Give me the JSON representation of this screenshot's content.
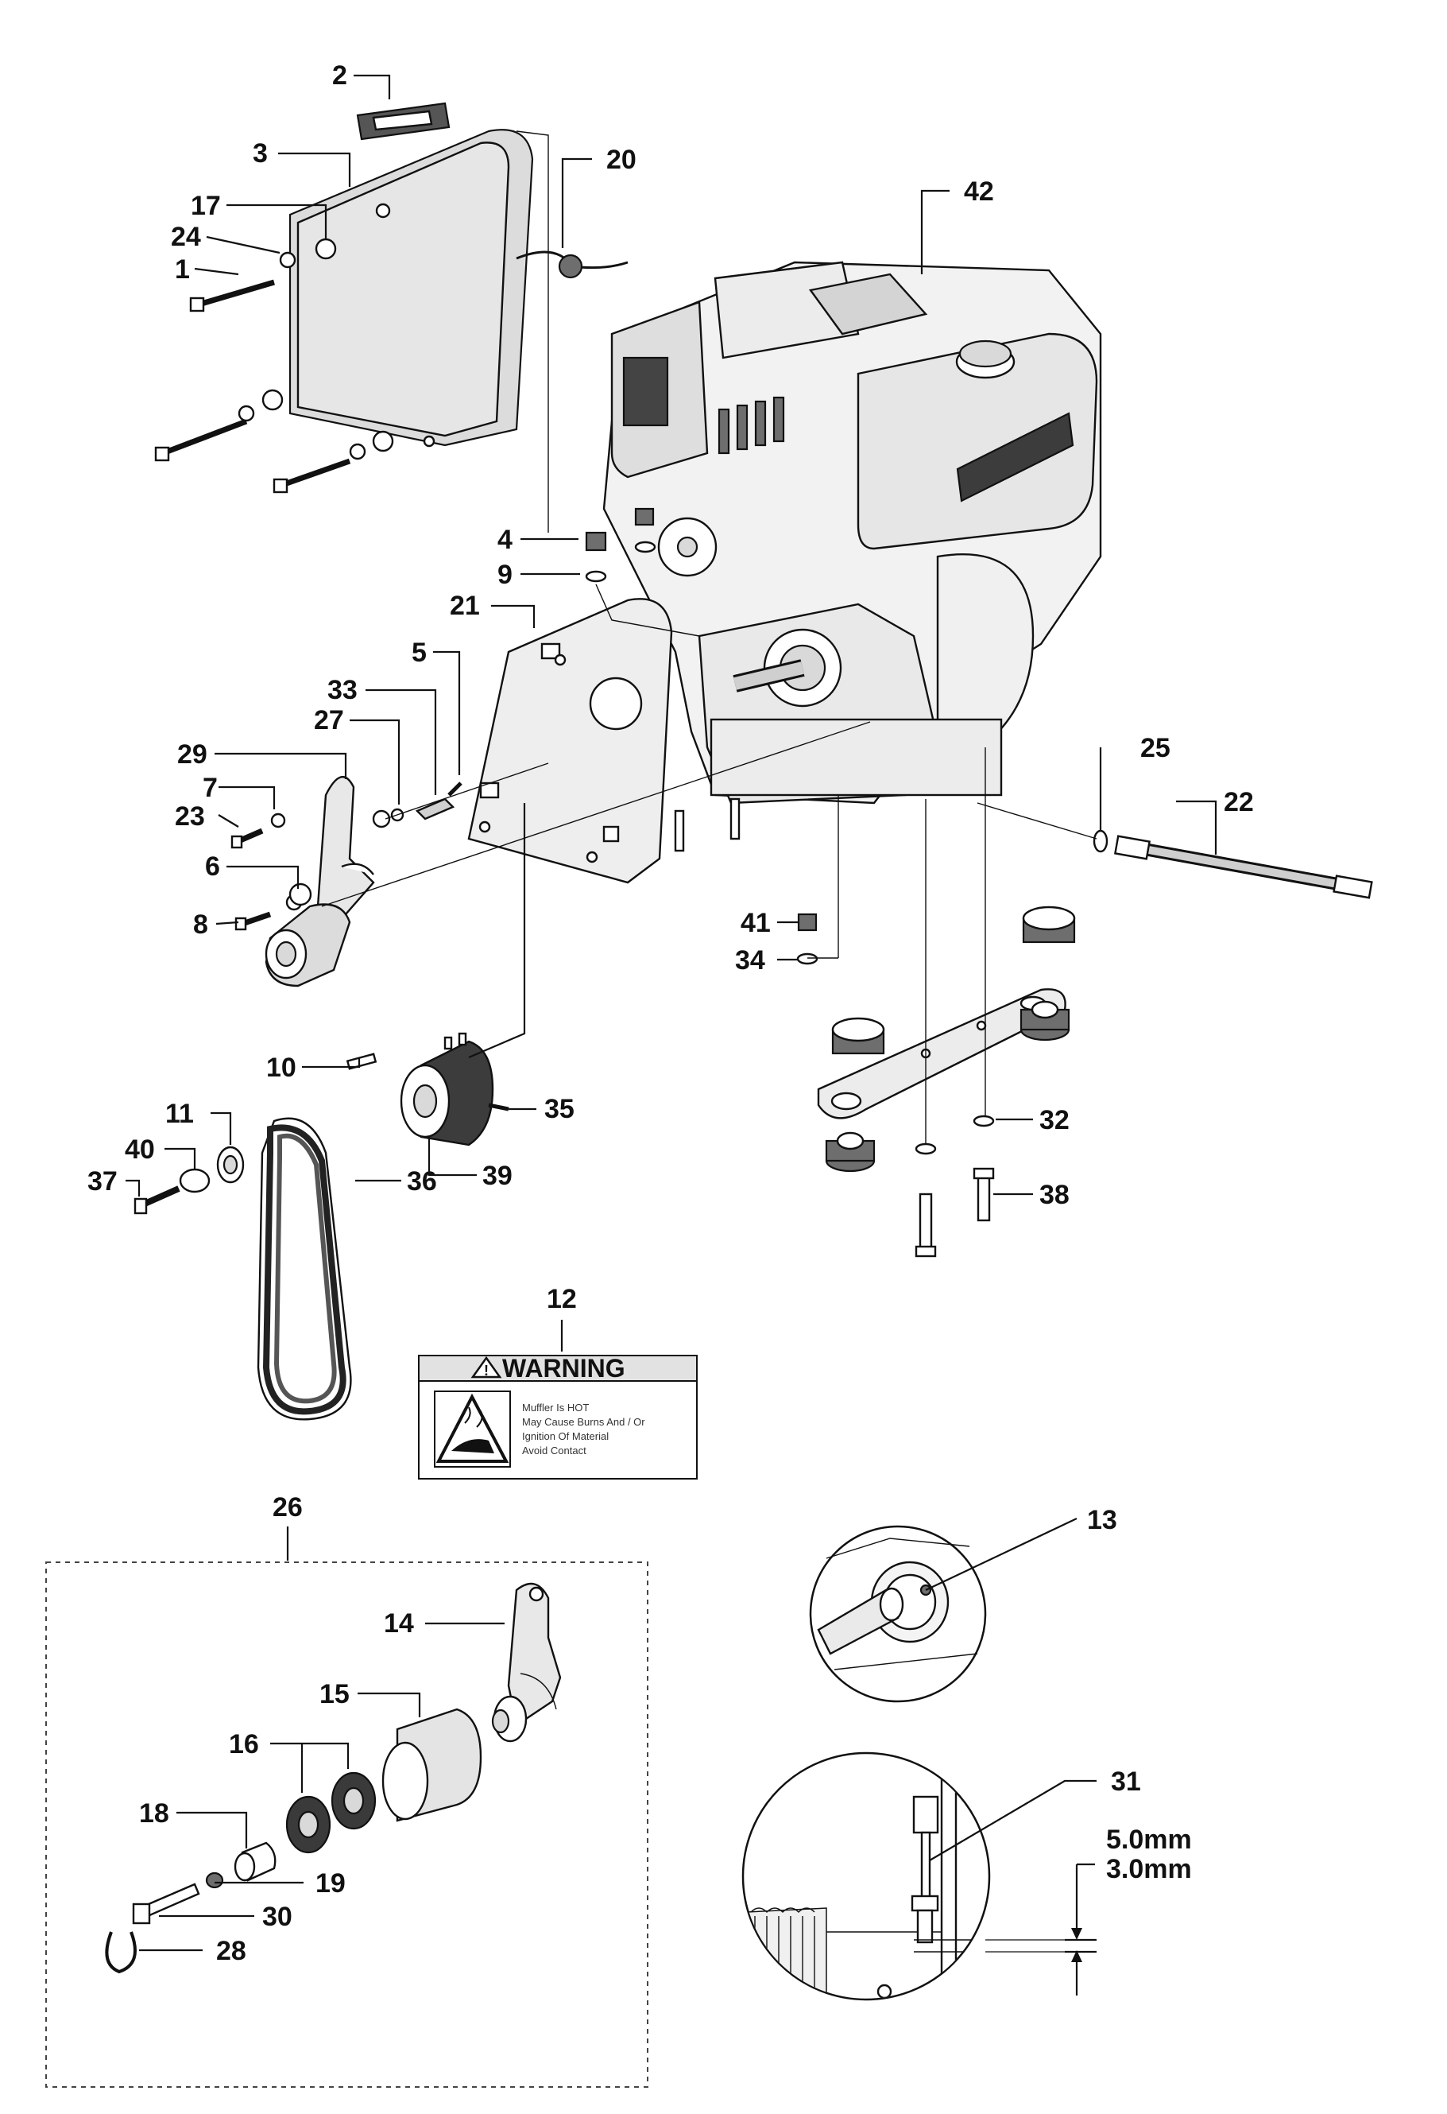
{
  "diagram": {
    "callouts": [
      "1",
      "2",
      "3",
      "4",
      "5",
      "6",
      "7",
      "8",
      "9",
      "10",
      "11",
      "12",
      "13",
      "14",
      "15",
      "16",
      "17",
      "18",
      "19",
      "20",
      "21",
      "22",
      "23",
      "24",
      "25",
      "26",
      "27",
      "28",
      "29",
      "30",
      "31",
      "32",
      "33",
      "34",
      "35",
      "36",
      "37",
      "38",
      "39",
      "40",
      "41",
      "42"
    ],
    "warning_label": {
      "heading": "WARNING",
      "lines": [
        "Muffler Is HOT",
        "May Cause Burns And / Or",
        "Ignition Of Material",
        "Avoid Contact"
      ]
    },
    "dimensions": {
      "max": "5.0mm",
      "min": "3.0mm"
    },
    "icons": [
      "warning-triangle-icon",
      "hot-surface-icon"
    ]
  }
}
